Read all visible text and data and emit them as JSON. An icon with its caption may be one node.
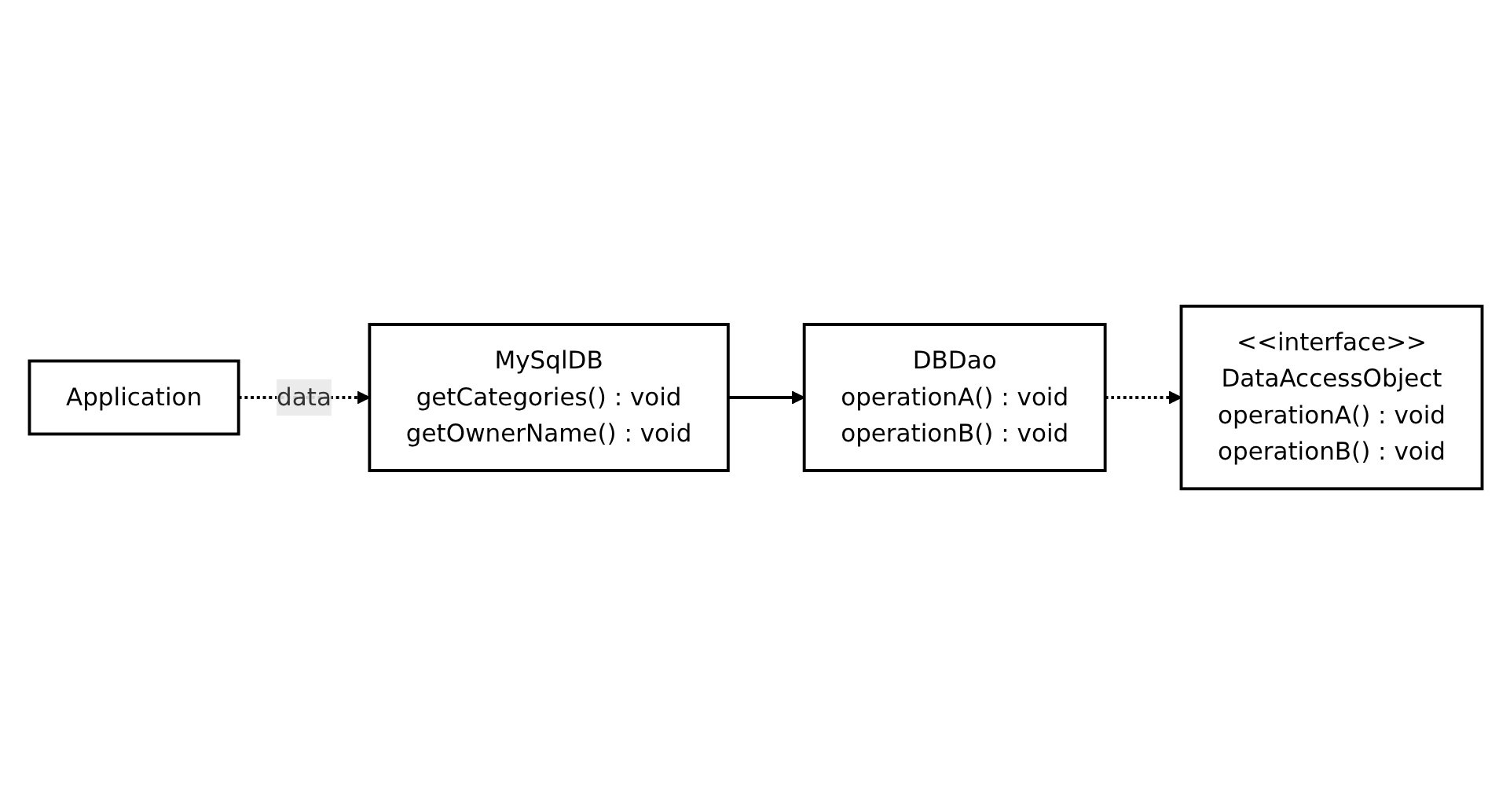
{
  "diagram": {
    "nodes": [
      {
        "text": [
          "MySqlDB",
          "getCategories() : void",
          "getOwnerName() : void"
        ]
      },
      {
        "text": [
          "DBDao",
          "operationA() : void",
          "operationB() : void"
        ]
      },
      {
        "text": [
          "<<interface>>",
          "DataAccessObject",
          "operationA() : void",
          "operationB() : void"
        ]
      },
      {
        "text": [
          "Application"
        ]
      }
    ],
    "edges": [
      {
        "from": 0,
        "to": 1,
        "arrow": "to"
      },
      {
        "from": 1,
        "to": 2,
        "arrow": "to",
        "style": "dashed"
      },
      {
        "from": 3,
        "to": 0,
        "arrow": "to",
        "style": "dashed",
        "label": "data"
      }
    ]
  }
}
